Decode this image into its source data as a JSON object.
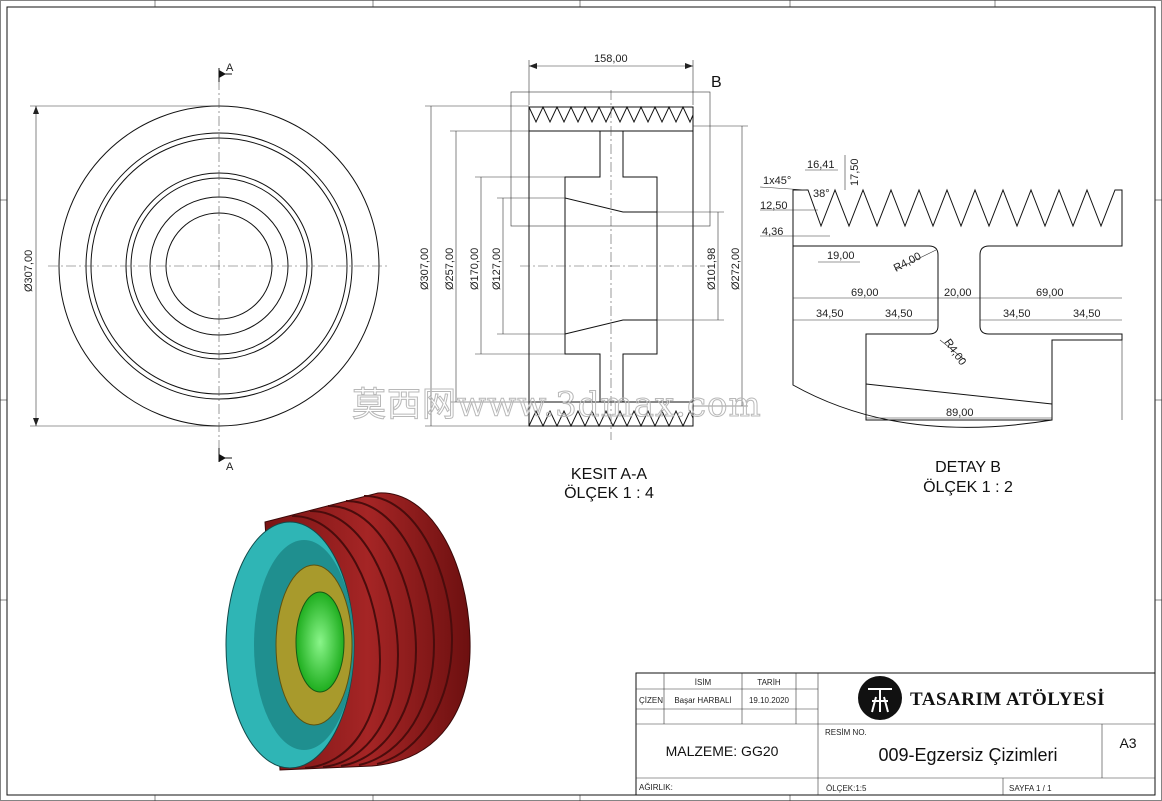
{
  "sheet": {
    "front_view": {
      "dia_label": "Ø307,00",
      "section_letter_top": "A",
      "section_letter_bottom": "A"
    },
    "section_view": {
      "width_dim": "158,00",
      "detail_letter": "B",
      "dims_left": [
        "Ø307,00",
        "Ø257,00",
        "Ø170,00",
        "Ø127,00"
      ],
      "dims_right": [
        "Ø101,98",
        "Ø272,00"
      ],
      "caption_1": "KESIT A-A",
      "caption_2": "ÖLÇEK 1 : 4"
    },
    "detail_view": {
      "dims": {
        "chamfer": "1x45°",
        "pitch": "16,41",
        "depth": "17,50",
        "angle": "38°",
        "d1250": "12,50",
        "d436": "4,36",
        "d1900": "19,00",
        "r_top": "R4,00",
        "r_bottom": "R4,00",
        "d6900_left": "69,00",
        "d2000": "20,00",
        "d6900_right": "69,00",
        "d3450_1": "34,50",
        "d3450_2": "34,50",
        "d3450_3": "34,50",
        "d3450_4": "34,50",
        "d8900": "89,00"
      },
      "caption_1": "DETAY B",
      "caption_2": "ÖLÇEK 1 : 2"
    },
    "watermark": "莫西网www.3dmax.com",
    "iso_colors": {
      "grooves": "#9b1f1f",
      "outer_face": "#2fb5b5",
      "hub": "#a89a2c",
      "bore": "#3fd43f"
    }
  },
  "title_block": {
    "col_isim": "İSİM",
    "col_tarih": "TARİH",
    "row_cizen": "ÇİZEN",
    "drawn_by": "Başar HARBALİ",
    "date": "19.10.2020",
    "brand": "TASARIM ATÖLYESİ",
    "material": "MALZEME: GG20",
    "drawing_no_label": "RESİM NO.",
    "drawing_title": "009-Egzersiz Çizimleri",
    "size": "A3",
    "weight_label": "AĞIRLIK:",
    "scale_label": "ÖLÇEK:1:5",
    "page_label": "SAYFA 1 / 1"
  }
}
